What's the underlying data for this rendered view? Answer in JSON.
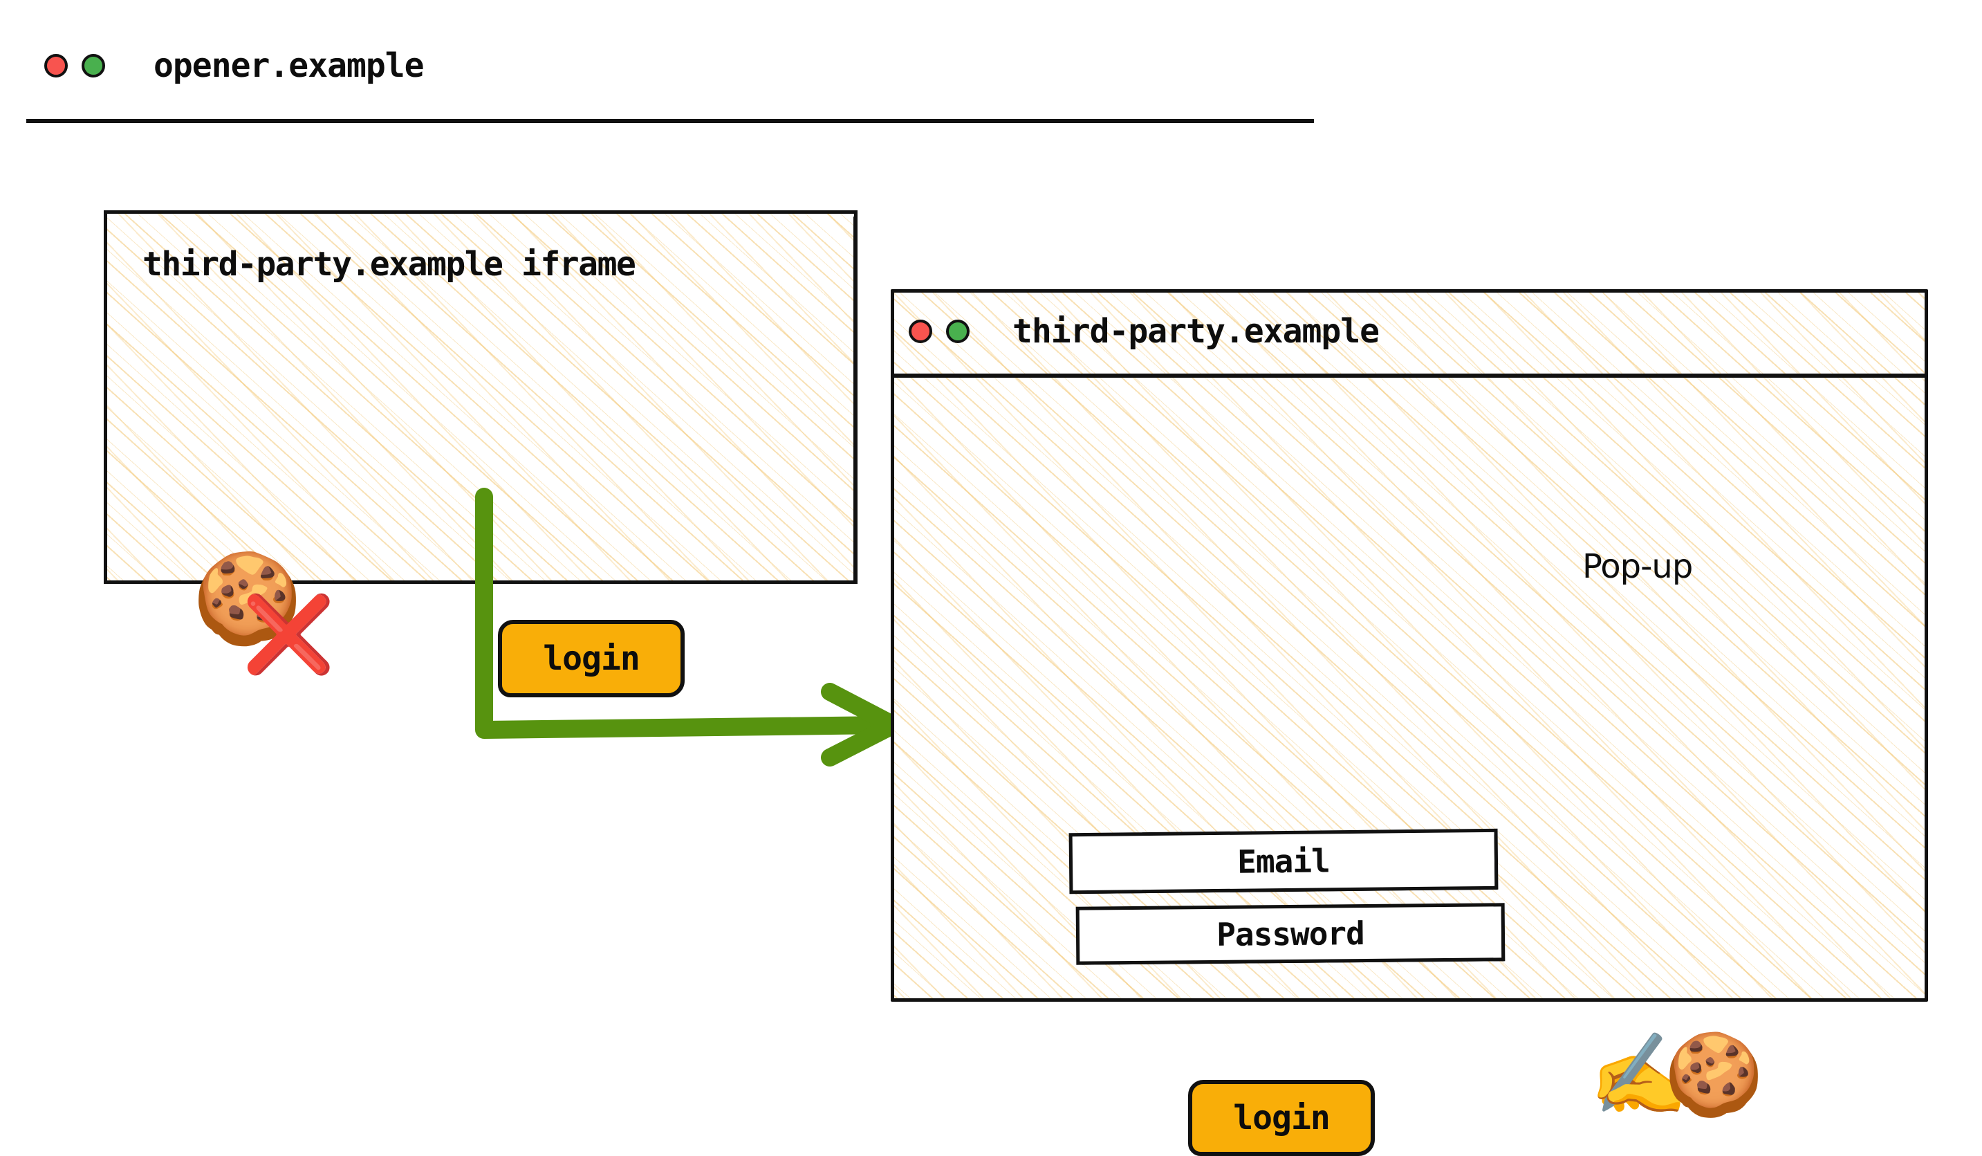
{
  "opener_window": {
    "title": "opener.example",
    "controls": [
      {
        "name": "close",
        "color": "#f8544f"
      },
      {
        "name": "maximize",
        "color": "#49b04e"
      }
    ],
    "iframe": {
      "title": "third-party.example iframe",
      "cookie_icon": "🍪",
      "blocked_icon": "❌",
      "login_button_label": "login"
    }
  },
  "popup_window": {
    "title": "third-party.example",
    "label": "Pop-up",
    "controls": [
      {
        "name": "close",
        "color": "#f8544f"
      },
      {
        "name": "maximize",
        "color": "#49b04e"
      }
    ],
    "form": {
      "email_label": "Email",
      "password_label": "Password",
      "login_button_label": "login"
    },
    "writing_hand_icon": "✍️",
    "cookie_icon": "🍪"
  },
  "flow": {
    "arrow_color": "#57930f",
    "description": "login click in iframe opens third-party.example pop-up"
  },
  "colors": {
    "accent_orange": "#f9ae08",
    "arrow_green": "#57930f",
    "stripe_tan": "#f3c878",
    "outline_black": "#111111",
    "error_red": "#cc3333"
  }
}
